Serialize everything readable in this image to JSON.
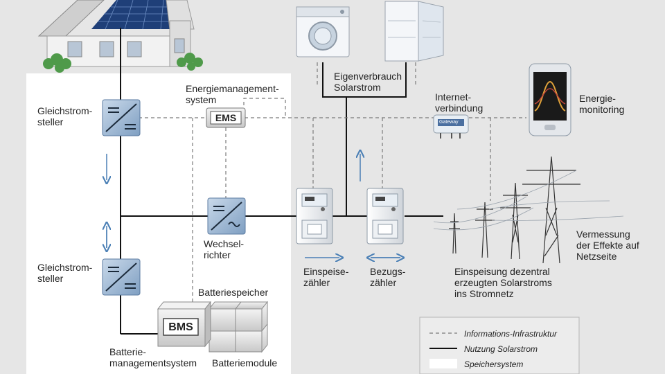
{
  "colors": {
    "background": "#e6e6e6",
    "storage_area": "#ffffff",
    "line_solar": "#111111",
    "line_info": "#888888",
    "arrow_blue": "#4a7fb5",
    "device_blue": "#9fb9d4",
    "solar_panel": "#1f3f78"
  },
  "labels": {
    "gleichstromsteller_top": "Gleichstrom-\nsteller",
    "gleichstromsteller_bottom": "Gleichstrom-\nsteller",
    "energiemanagement": "Energiemanagement-\nsystem",
    "ems": "EMS",
    "eigenverbrauch": "Eigenverbrauch\nSolarstrom",
    "internet": "Internet-\nverbindung",
    "gateway": "Gateway",
    "energiemonitoring": "Energie-\nmonitoring",
    "wechselrichter": "Wechsel-\nrichter",
    "einspeisezaehler": "Einspeise-\nzähler",
    "bezugszaehler": "Bezugs-\nzähler",
    "einspeisung": "Einspeisung dezentral\nerzeugten Solarstroms\nins Stromnetz",
    "vermessung": "Vermessung\nder Effekte auf\nNetzseite",
    "batteriespeicher": "Batteriespeicher",
    "bms": "BMS",
    "batteriemanagement": "Batterie-\nmanagementsystem",
    "batteriemodule": "Batteriemodule"
  },
  "legend": {
    "items": [
      {
        "style": "dashed",
        "label": "Informations-Infrastruktur"
      },
      {
        "style": "solid",
        "label": "Nutzung Solarstrom"
      },
      {
        "style": "box",
        "label": "Speichersystem"
      }
    ]
  }
}
